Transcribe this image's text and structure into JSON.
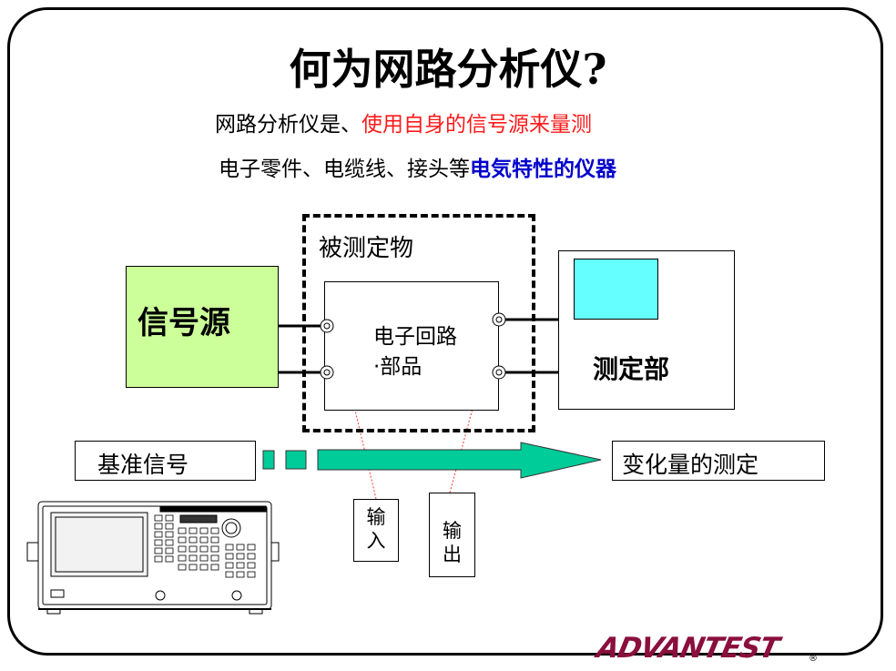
{
  "title": "何为网路分析仪?",
  "definition": {
    "line1_plain": "网路分析仪是、",
    "line1_red": "使用自身的信号源来量测",
    "line2_plain": "电子零件、电缆线、接头等",
    "line2_blue": "电気特性的仪器"
  },
  "diagram": {
    "signal_source": "信号源",
    "dut_label": "被测定物",
    "circuit_line1": "电子回路",
    "circuit_line2": "·部品",
    "measurement_unit": "测定部",
    "reference_signal": "基准信号",
    "measured_change": "变化量的测定",
    "input_label": [
      "输",
      "入"
    ],
    "output_label": [
      "输",
      "出"
    ]
  },
  "brand": {
    "logo_text": "ADVANTEST",
    "registered_mark": "®"
  },
  "colors": {
    "signal_source_fill": "#ccff99",
    "screen_fill": "#66ffff",
    "arrow_fill": "#00cc99",
    "highlight_red": "#ff1a1a",
    "highlight_blue": "#0000cc",
    "logo_color": "#8a0f3c"
  }
}
